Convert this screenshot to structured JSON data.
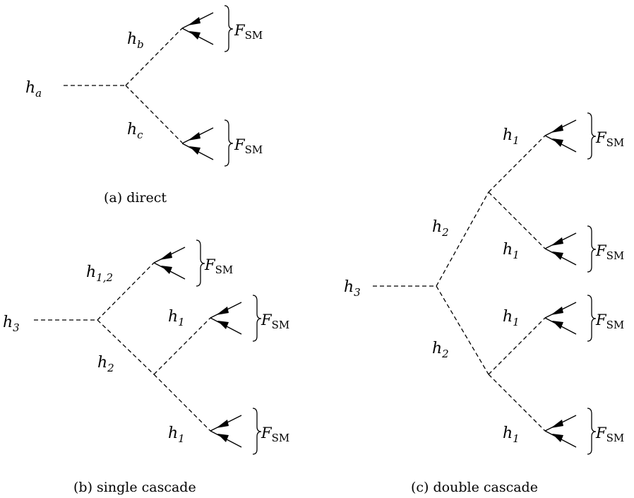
{
  "diagrams": {
    "direct": {
      "caption": "(a) direct",
      "parent": "h_a",
      "upper": "h_b",
      "lower": "h_c",
      "final_state": "F_SM"
    },
    "single_cascade": {
      "caption": "(b) single cascade",
      "parent": "h_3",
      "upper": "h_{1,2}",
      "intermediate": "h_2",
      "branch_upper": "h_1",
      "branch_lower": "h_1",
      "final_state": "F_SM"
    },
    "double_cascade": {
      "caption": "(c) double cascade",
      "parent": "h_3",
      "intermediate_upper": "h_2",
      "intermediate_lower": "h_2",
      "leaves": [
        "h_1",
        "h_1",
        "h_1",
        "h_1"
      ],
      "final_state": "F_SM"
    }
  }
}
